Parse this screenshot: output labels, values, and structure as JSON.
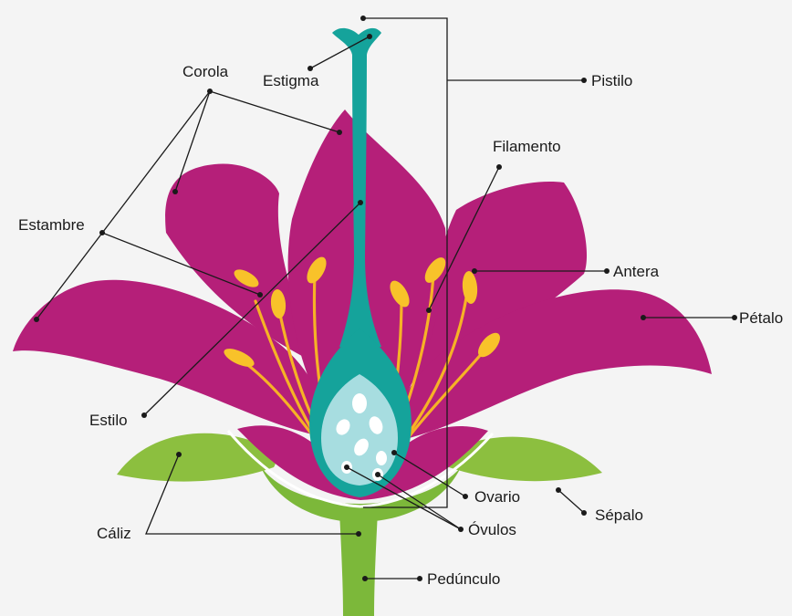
{
  "colors": {
    "petal": "#b51f79",
    "petal_shade": "#a01a6a",
    "pistil": "#15a39b",
    "pistil_dark": "#0e8a83",
    "ovary_fill": "#a7dde0",
    "ovule": "#ffffff",
    "stamen_filament": "#f6b226",
    "anther": "#f8c22a",
    "sepal": "#8cbf3f",
    "stem": "#7cb83a",
    "background": "#f4f4f4",
    "line": "#1a1a1a"
  },
  "labels": {
    "corola": "Corola",
    "estigma": "Estigma",
    "pistilo": "Pistilo",
    "filamento": "Filamento",
    "estambre": "Estambre",
    "antera": "Antera",
    "petalo": "Pétalo",
    "estilo": "Estilo",
    "ovario": "Ovario",
    "sepalo": "Sépalo",
    "caliz": "Cáliz",
    "ovulos": "Óvulos",
    "pedunculo": "Pedúnculo"
  }
}
